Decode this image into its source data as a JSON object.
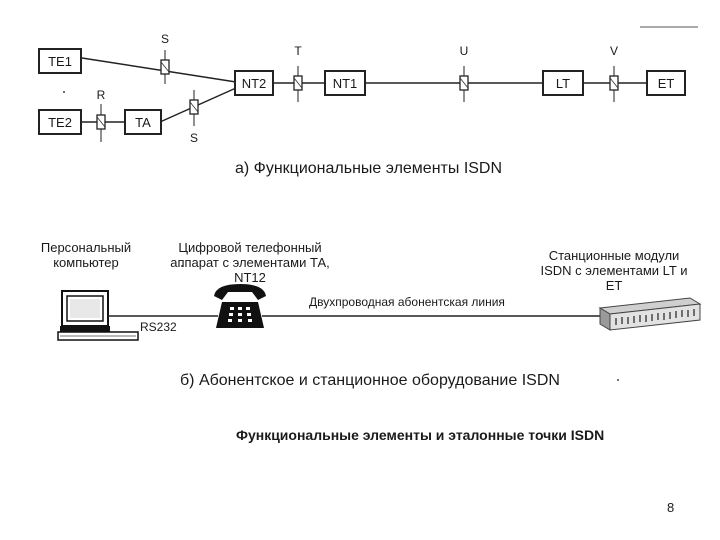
{
  "part_a": {
    "blocks": {
      "te1": "TE1",
      "te2": "TE2",
      "ta": "TA",
      "nt2": "NT2",
      "nt1": "NT1",
      "lt": "LT",
      "et": "ET"
    },
    "ref_points": {
      "s_top": "S",
      "s_bottom": "S",
      "r": "R",
      "t": "T",
      "u": "U",
      "v": "V"
    },
    "caption": "а) Функциональные элементы ISDN"
  },
  "part_b": {
    "pc_label": "Персональный компьютер",
    "phone_label": "Цифровой телефонный аппарат с элементами ТА, NT12",
    "station_label": "Станционные модули ISDN с элементами LT и ET",
    "line_label": "Двухпроводная абонентская линия",
    "interface_label": "RS232",
    "caption": "б) Абонентское и станционное оборудование ISDN"
  },
  "figure_title": "Функциональные элементы и эталонные точки ISDN",
  "page_number": "8"
}
